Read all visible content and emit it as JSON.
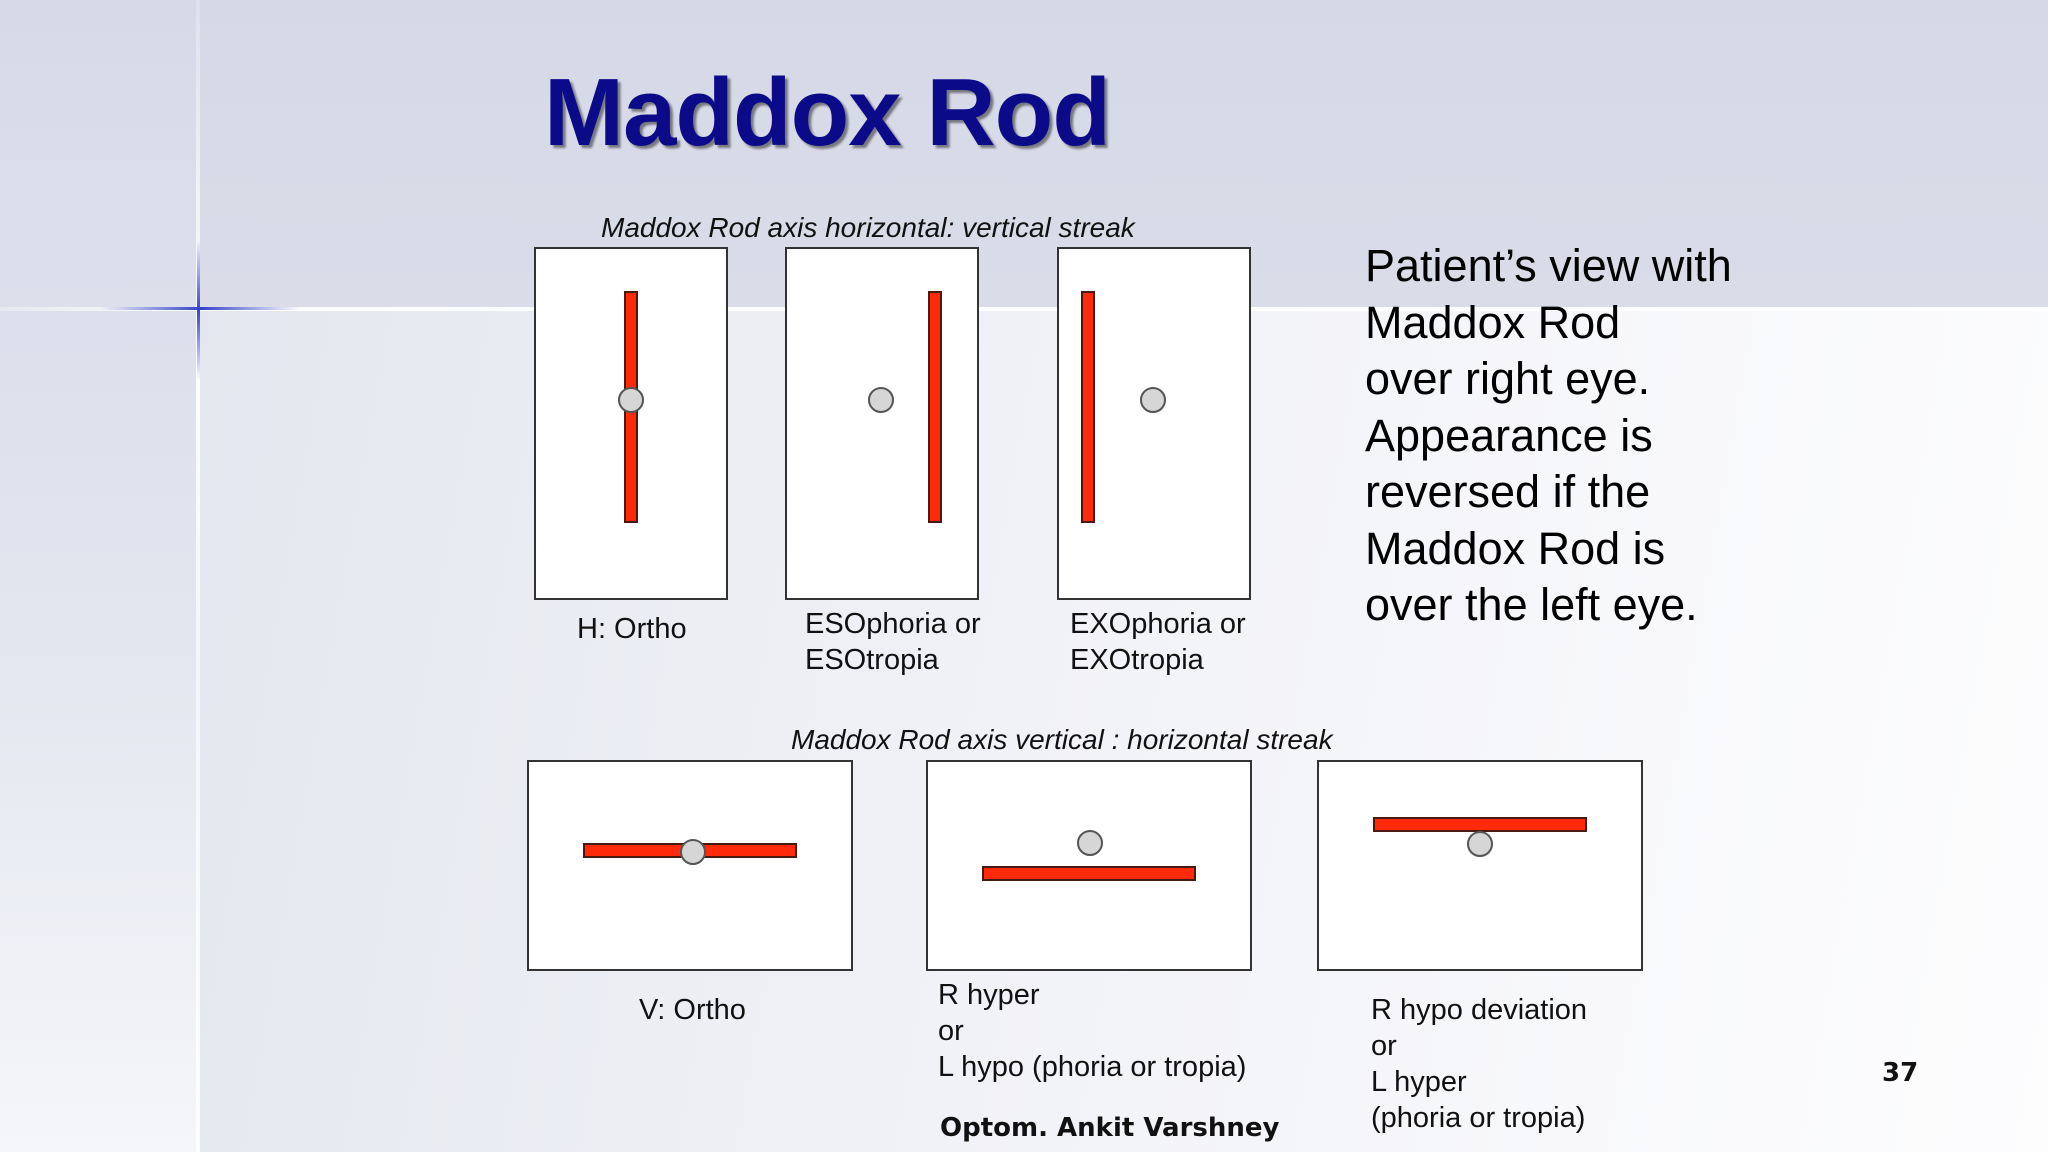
{
  "slide": {
    "title": "Maddox Rod",
    "page_number": "37",
    "author": "Optom. Ankit Varshney",
    "side_text": [
      "Patient’s view with",
      "Maddox Rod",
      "over right eye.",
      "Appearance is",
      "reversed if the",
      "Maddox Rod is",
      "over the left eye."
    ]
  },
  "top_section": {
    "caption": "Maddox Rod axis horizontal: vertical streak",
    "panels": [
      {
        "label_lines": [
          "H: Ortho"
        ]
      },
      {
        "label_lines": [
          "ESOphoria or",
          "ESOtropia"
        ]
      },
      {
        "label_lines": [
          "EXOphoria or",
          "EXOtropia"
        ]
      }
    ]
  },
  "bottom_section": {
    "caption": "Maddox Rod axis vertical : horizontal streak",
    "panels": [
      {
        "label_lines": [
          "V: Ortho"
        ]
      },
      {
        "label_lines": [
          "R hyper",
          "or",
          "L hypo (phoria or tropia)"
        ]
      },
      {
        "label_lines": [
          "R hypo deviation",
          "or",
          "L hyper",
          "(phoria or tropia)"
        ]
      }
    ]
  },
  "colors": {
    "title": "#0b0b8a",
    "streak": "#ff2a0a",
    "light_spot": "#d6d6d6"
  }
}
